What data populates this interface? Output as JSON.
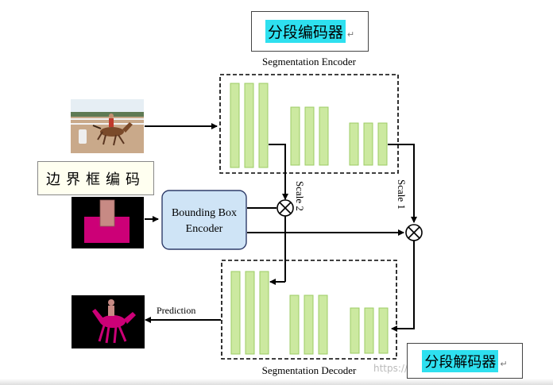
{
  "labels": {
    "seg_encoder_cn": "分段编码器",
    "seg_encoder": "Segmentation Encoder",
    "bbox_cn": "边界框编码",
    "bbox_encoder_line1": "Bounding Box",
    "bbox_encoder_line2": "Encoder",
    "scale2": "Scale 2",
    "scale1": "Scale 1",
    "prediction": "Prediction",
    "seg_decoder": "Segmentation Decoder",
    "seg_decoder_cn": "分段解码器",
    "paragraph_mark": "↵",
    "watermark": "https://blog.csdn.net/DEEPDJ"
  },
  "colors": {
    "feature_fill": "#cce9a0",
    "feature_stroke": "#9ccc64",
    "encoder_fill": "#cfe4f6",
    "encoder_stroke": "#2f3c6a",
    "highlight": "#2ee0ef",
    "mask_magenta": "#cc0077",
    "mask_pink": "#c78a84"
  }
}
